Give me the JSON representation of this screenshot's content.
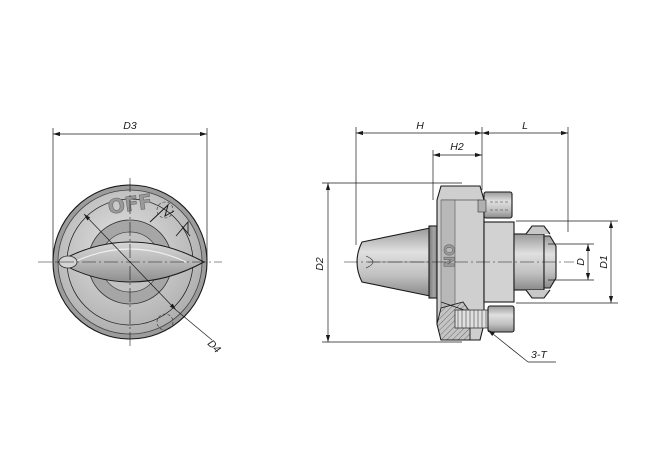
{
  "labels": {
    "d3": "D3",
    "d4": "D4",
    "h": "H",
    "h2": "H2",
    "l": "L",
    "d2": "D2",
    "d": "D",
    "d1": "D1",
    "thread": "3-T"
  },
  "engraving": {
    "off": "OFF",
    "on": "ON"
  },
  "colors": {
    "body": "#c8c8c8",
    "body_dark": "#8e8e8e",
    "lever": "#b4b4b4",
    "line": "#1a1a1a"
  }
}
